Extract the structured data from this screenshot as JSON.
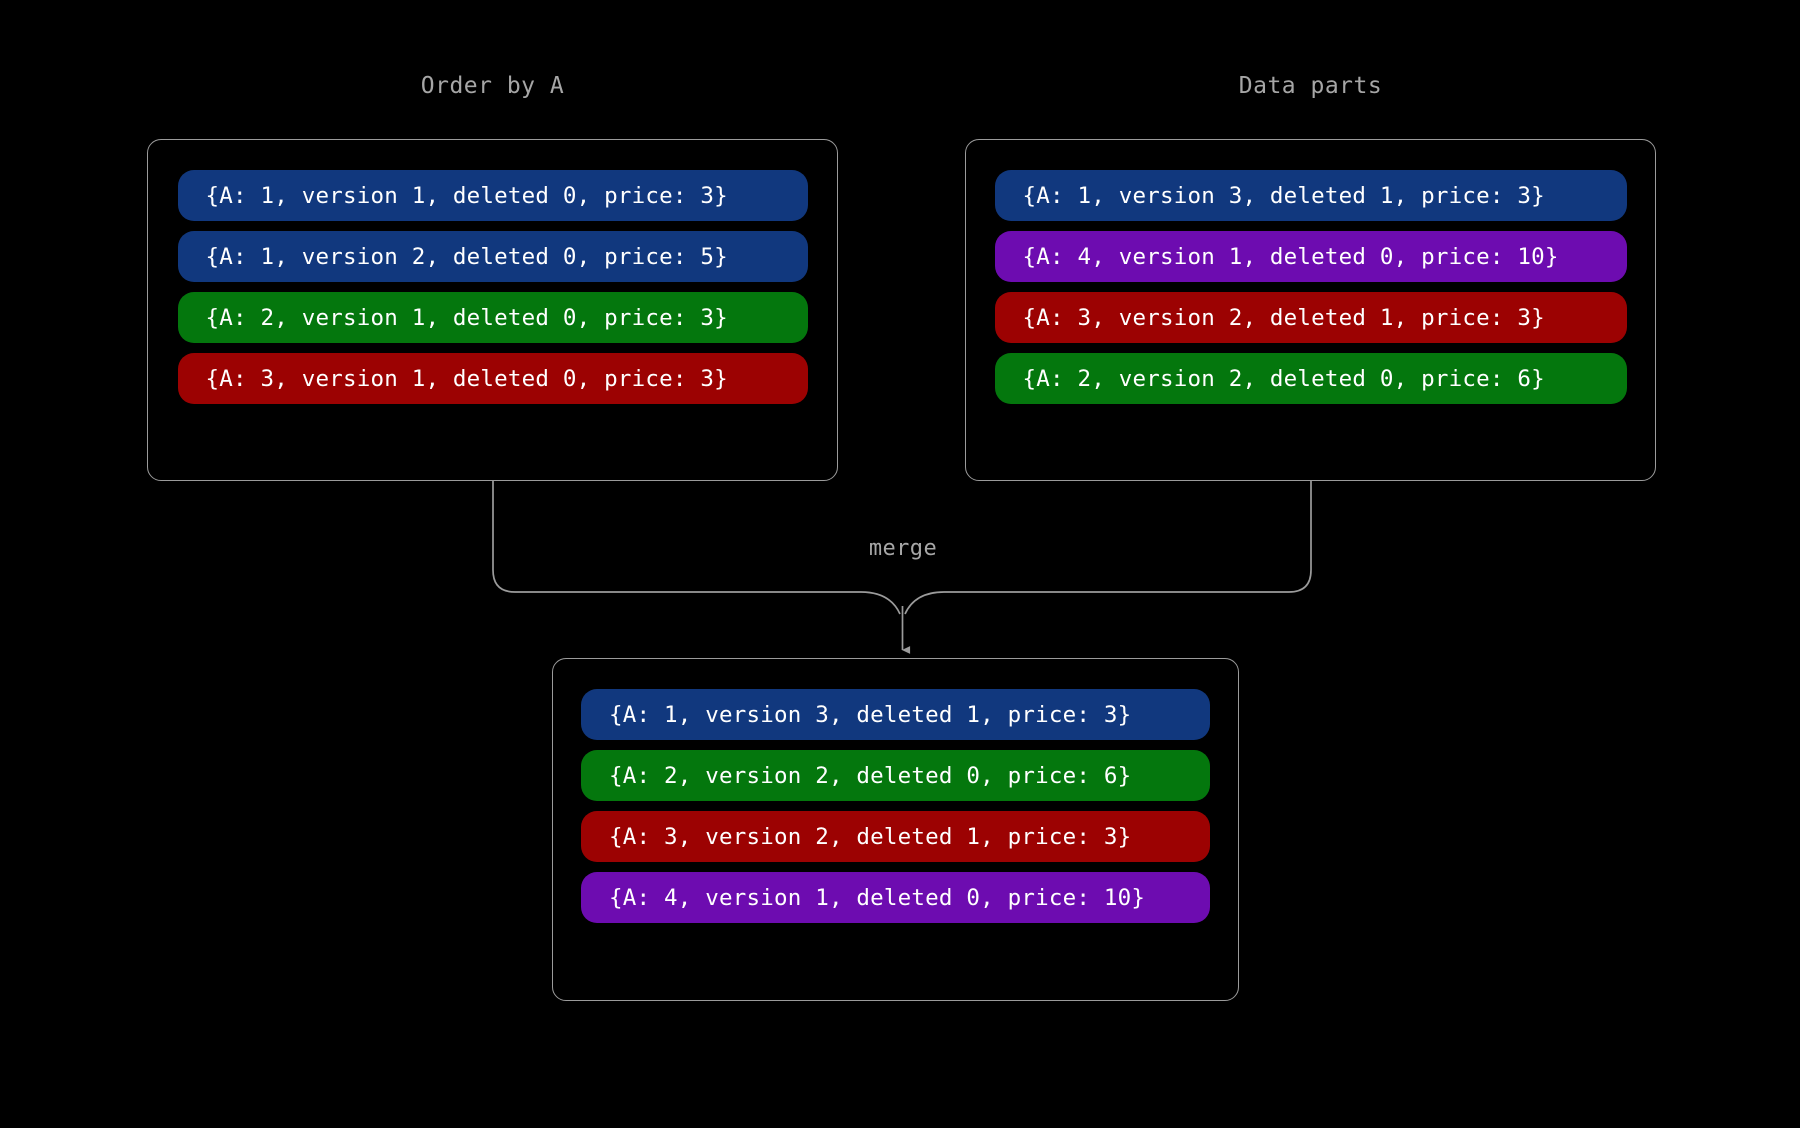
{
  "background_color": "#000000",
  "diagram": {
    "type": "merge-flow",
    "connector_label": "merge",
    "border_color": "#9b9b9b",
    "label_color": "#a6a6a6",
    "row_colors": {
      "blue": "#11387e",
      "green": "#04770d",
      "red": "#9c0202",
      "purple": "#6d0cb0"
    }
  },
  "panels": {
    "order_by_a": {
      "title": "Order by A",
      "rows": [
        {
          "text": "{A: 1, version 1, deleted 0, price: 3}",
          "color": "blue"
        },
        {
          "text": "{A: 1, version 2, deleted 0, price: 5}",
          "color": "blue"
        },
        {
          "text": "{A: 2, version 1, deleted 0, price: 3}",
          "color": "green"
        },
        {
          "text": "{A: 3, version 1, deleted 0, price: 3}",
          "color": "red"
        }
      ]
    },
    "data_parts": {
      "title": "Data parts",
      "rows": [
        {
          "text": "{A: 1, version 3, deleted 1, price: 3}",
          "color": "blue"
        },
        {
          "text": "{A: 4, version 1, deleted 0, price: 10}",
          "color": "purple"
        },
        {
          "text": "{A: 3, version 2, deleted 1, price: 3}",
          "color": "red"
        },
        {
          "text": "{A: 2, version 2, deleted 0, price: 6}",
          "color": "green"
        }
      ]
    },
    "merged": {
      "title": "",
      "rows": [
        {
          "text": "{A: 1, version 3, deleted 1, price: 3}",
          "color": "blue"
        },
        {
          "text": "{A: 2, version 2, deleted 0, price: 6}",
          "color": "green"
        },
        {
          "text": "{A: 3, version 2, deleted 1, price: 3}",
          "color": "red"
        },
        {
          "text": "{A: 4, version 1, deleted 0, price: 10}",
          "color": "purple"
        }
      ]
    }
  }
}
